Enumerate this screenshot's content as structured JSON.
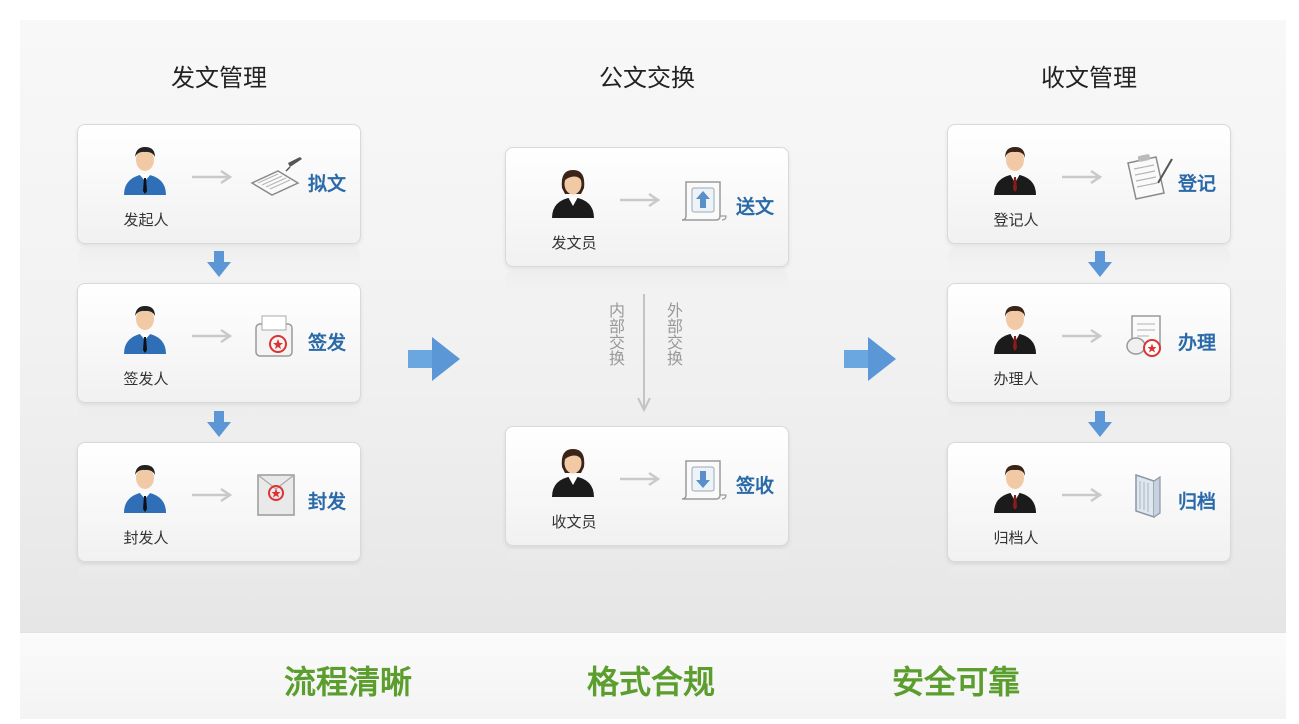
{
  "sections": {
    "send": {
      "title": "发文管理",
      "cards": [
        {
          "role": "发起人",
          "action": "拟文",
          "icon": "drafting-paper-icon"
        },
        {
          "role": "签发人",
          "action": "签发",
          "icon": "seal-stamp-icon"
        },
        {
          "role": "封发人",
          "action": "封发",
          "icon": "sealed-envelope-icon"
        }
      ]
    },
    "exchange": {
      "title": "公文交换",
      "cards": [
        {
          "role": "发文员",
          "action": "送文",
          "icon": "upload-scroll-icon"
        },
        {
          "role": "收文员",
          "action": "签收",
          "icon": "download-scroll-icon"
        }
      ],
      "internal_label": "内部交换",
      "external_label": "外部交换"
    },
    "receive": {
      "title": "收文管理",
      "cards": [
        {
          "role": "登记人",
          "action": "登记",
          "icon": "clipboard-register-icon"
        },
        {
          "role": "办理人",
          "action": "办理",
          "icon": "process-document-icon"
        },
        {
          "role": "归档人",
          "action": "归档",
          "icon": "archive-folder-icon"
        }
      ]
    }
  },
  "features": [
    "流程清晰",
    "格式合规",
    "安全可靠"
  ],
  "colors": {
    "action_text": "#2a6aa8",
    "arrow_blue": "#5b96d6",
    "feature_green": "#5c9e2e",
    "male_shirt": "#2f6fb8",
    "suit_black": "#1b1b1b"
  }
}
